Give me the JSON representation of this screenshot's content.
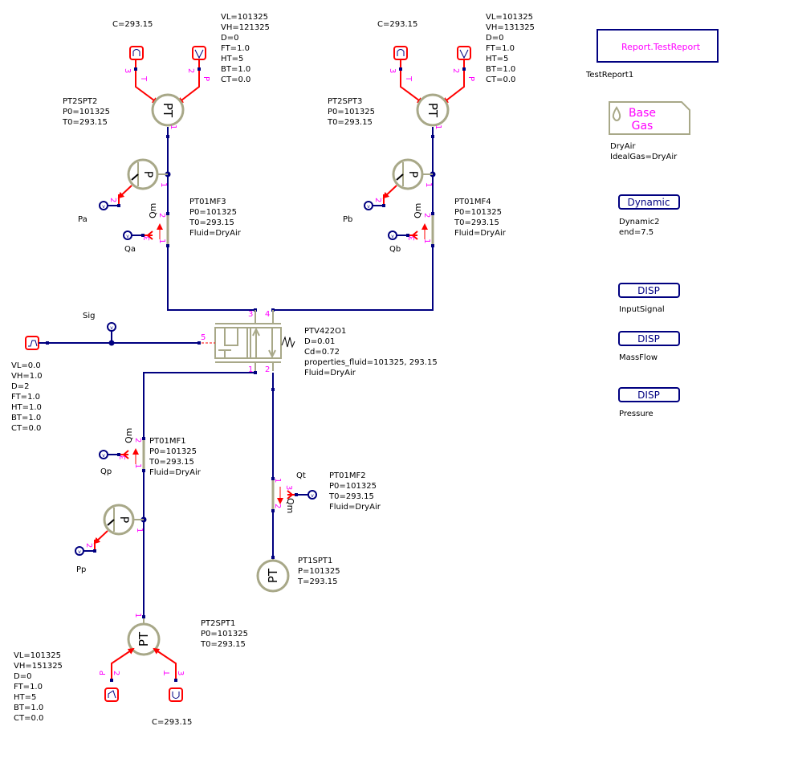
{
  "colors": {
    "wire": "#000080",
    "signal": "#ff0000",
    "component_outline": "#a8a888",
    "pin_label": "#ff00ff",
    "text": "#000000"
  },
  "sensors_top_left": {
    "name": "PT2SPT2",
    "params": [
      "PT2SPT2",
      "P0=101325",
      "T0=293.15"
    ],
    "temp_source": {
      "label": "C=293.15"
    },
    "pressure_source": {
      "params": [
        "VL=101325",
        "VH=121325",
        "D=0",
        "FT=1.0",
        "HT=5",
        "BT=1.0",
        "CT=0.0"
      ]
    },
    "pin_labels": {
      "t_pin": "3",
      "t_letter": "T",
      "p_pin": "2",
      "p_letter": "P",
      "out_pin": "1"
    }
  },
  "sensors_top_right": {
    "name": "PT2SPT3",
    "params": [
      "PT2SPT3",
      "P0=101325",
      "T0=293.15"
    ],
    "temp_source": {
      "label": "C=293.15"
    },
    "pressure_source": {
      "params": [
        "VL=101325",
        "VH=131325",
        "D=0",
        "FT=1.0",
        "HT=5",
        "BT=1.0",
        "CT=0.0"
      ]
    }
  },
  "flow_meters": {
    "mf3": {
      "params": [
        "PT01MF3",
        "P0=101325",
        "T0=293.15",
        "Fluid=DryAir"
      ],
      "signal": "Qa",
      "pressure_signal": "Pa"
    },
    "mf4": {
      "params": [
        "PT01MF4",
        "P0=101325",
        "T0=293.15",
        "Fluid=DryAir"
      ],
      "signal": "Qb",
      "pressure_signal": "Pb"
    },
    "mf1": {
      "params": [
        "PT01MF1",
        "P0=101325",
        "T0=293.15",
        "Fluid=DryAir"
      ],
      "signal": "Qp",
      "pressure_signal": "Pp"
    },
    "mf2": {
      "params": [
        "PT01MF2",
        "P0=101325",
        "T0=293.15",
        "Fluid=DryAir"
      ],
      "signal": "Qt"
    }
  },
  "valve": {
    "params": [
      "PTV422O1",
      "D=0.01",
      "Cd=0.72",
      "properties_fluid=101325, 293.15",
      "Fluid=DryAir"
    ],
    "ports": {
      "p1": "1",
      "p2": "2",
      "p3": "3",
      "p4": "4",
      "p5": "5"
    }
  },
  "input_signal": {
    "label": "Sig",
    "params": [
      "VL=0.0",
      "VH=1.0",
      "D=2",
      "FT=1.0",
      "HT=1.0",
      "BT=1.0",
      "CT=0.0"
    ]
  },
  "tank": {
    "params": [
      "PT1SPT1",
      "P=101325",
      "T=293.15"
    ]
  },
  "sensors_bottom": {
    "name": "PT2SPT1",
    "params": [
      "PT2SPT1",
      "P0=101325",
      "T0=293.15"
    ],
    "pressure_source": {
      "params": [
        "VL=101325",
        "VH=151325",
        "D=0",
        "FT=1.0",
        "HT=5",
        "BT=1.0",
        "CT=0.0"
      ]
    },
    "temp_source": {
      "label": "C=293.15"
    }
  },
  "common_labels": {
    "pt": "PT",
    "p": "P",
    "qm": "Qm",
    "v": "v",
    "pin1": "1",
    "pin2": "2",
    "pin3": "3",
    "T": "T",
    "P": "P"
  },
  "right_panel": {
    "report": {
      "title": "Report.TestReport",
      "name": "TestReport1"
    },
    "base_gas": {
      "line1": "Base",
      "line2": "Gas",
      "name": "DryAir",
      "param": "IdealGas=DryAir"
    },
    "dynamic": {
      "label": "Dynamic",
      "name": "Dynamic2",
      "param": "end=7.5"
    },
    "disp": [
      {
        "label": "DISP",
        "name": "InputSignal"
      },
      {
        "label": "DISP",
        "name": "MassFlow"
      },
      {
        "label": "DISP",
        "name": "Pressure"
      }
    ]
  }
}
